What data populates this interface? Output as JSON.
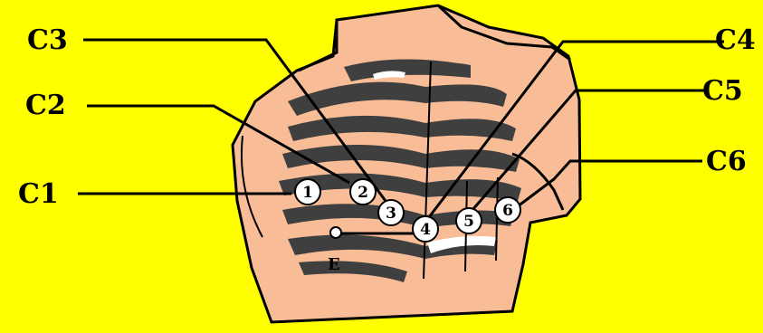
{
  "colors": {
    "background": "#ffff00",
    "skin": "#f8bd96",
    "ribs": "#3f3f3f",
    "lines": "#000000",
    "electrode_fill": "#ffffff"
  },
  "leads": {
    "c1": "C1",
    "c2": "C2",
    "c3": "C3",
    "c4": "C4",
    "c5": "C5",
    "c6": "C6"
  },
  "electrodes": {
    "e1": "1",
    "e2": "2",
    "e3": "3",
    "e4": "4",
    "e5": "5",
    "e6": "6"
  },
  "ground": {
    "label": "E"
  }
}
